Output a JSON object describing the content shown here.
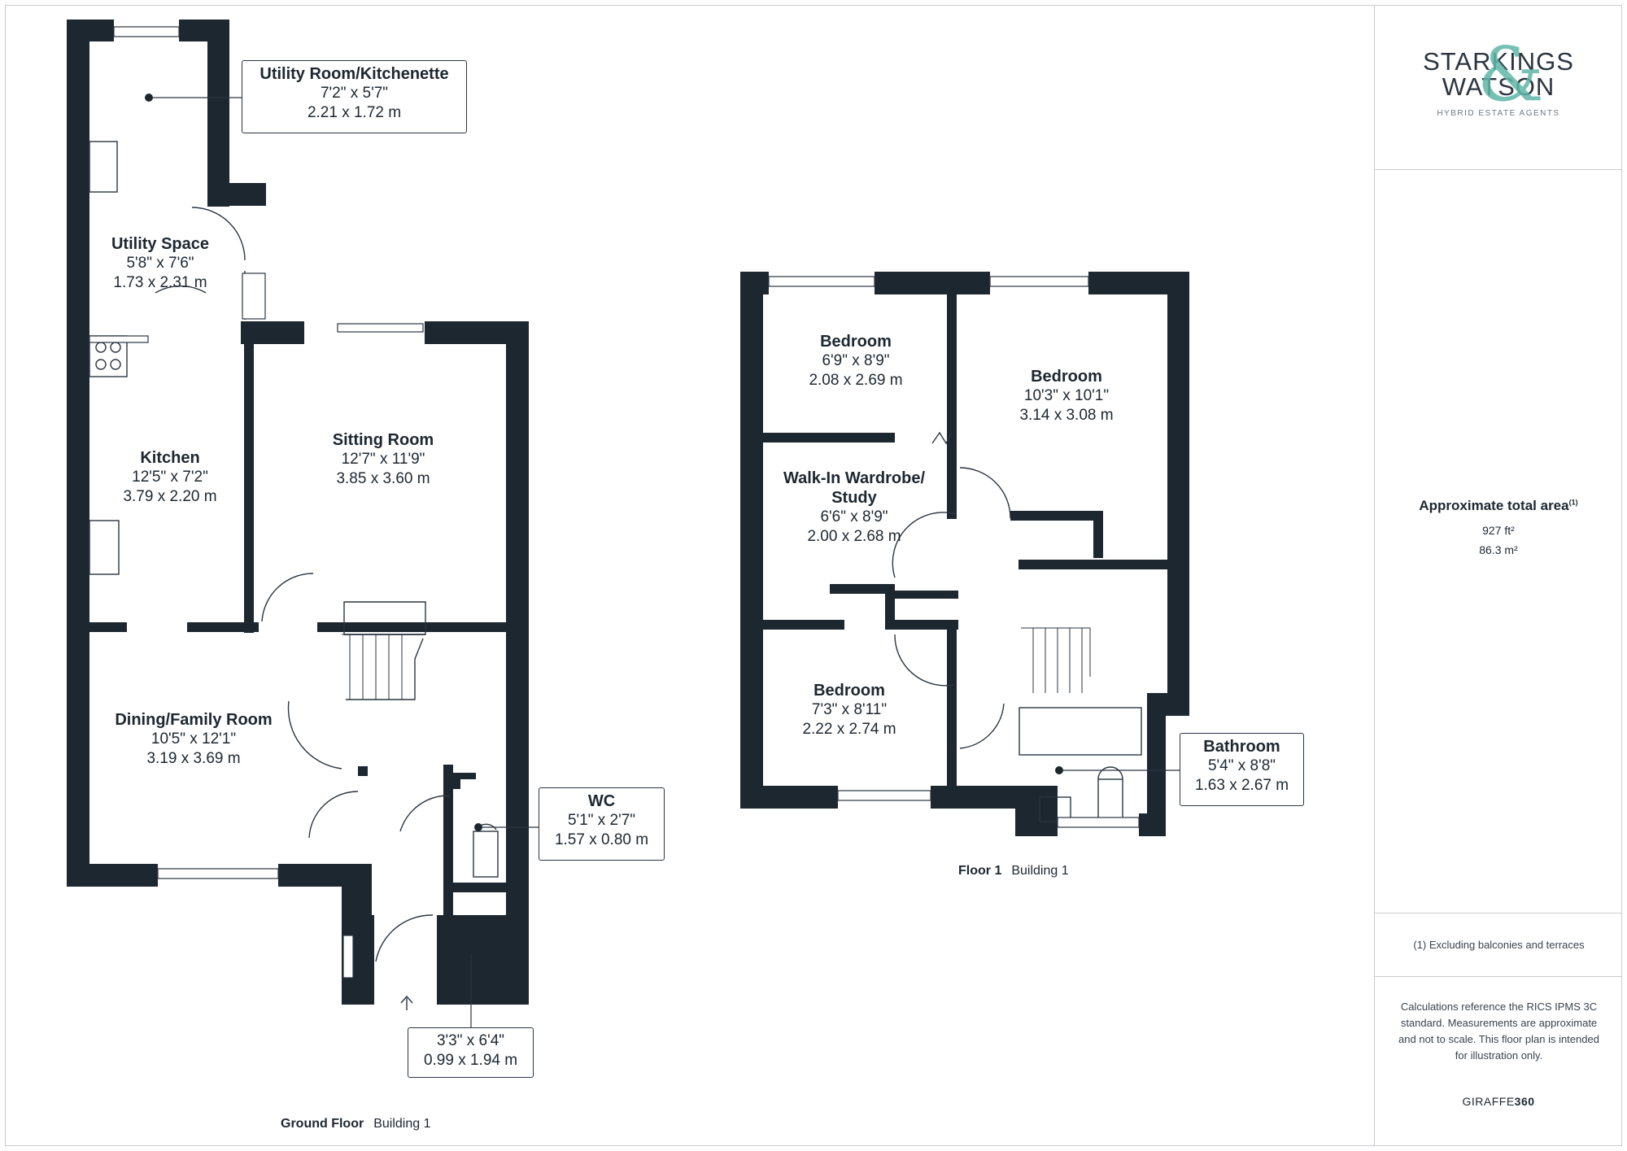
{
  "colors": {
    "wall": "#1d2730",
    "line": "#2b3540",
    "brand_accent": "#5fb7a8",
    "border": "#c9ccd0"
  },
  "rooms": {
    "utility_kitchenette": {
      "name": "Utility Room/Kitchenette",
      "imperial": "7'2\" x 5'7\"",
      "metric": "2.21 x 1.72 m"
    },
    "utility_space": {
      "name": "Utility Space",
      "imperial": "5'8\" x 7'6\"",
      "metric": "1.73 x 2.31 m"
    },
    "kitchen": {
      "name": "Kitchen",
      "imperial": "12'5\" x 7'2\"",
      "metric": "3.79 x 2.20 m"
    },
    "sitting_room": {
      "name": "Sitting Room",
      "imperial": "12'7\" x 11'9\"",
      "metric": "3.85 x 3.60 m"
    },
    "dining_family": {
      "name": "Dining/Family Room",
      "imperial": "10'5\" x 12'1\"",
      "metric": "3.19 x 3.69 m"
    },
    "wc": {
      "name": "WC",
      "imperial": "5'1\" x 2'7\"",
      "metric": "1.57 x 0.80 m"
    },
    "entrance": {
      "imperial": "3'3\" x 6'4\"",
      "metric": "0.99 x 1.94 m"
    },
    "bedroom_small": {
      "name": "Bedroom",
      "imperial": "6'9\" x 8'9\"",
      "metric": "2.08 x 2.69 m"
    },
    "bedroom_main": {
      "name": "Bedroom",
      "imperial": "10'3\" x 10'1\"",
      "metric": "3.14 x 3.08 m"
    },
    "study": {
      "name": "Walk-In Wardrobe/",
      "name2": "Study",
      "imperial": "6'6\" x 8'9\"",
      "metric": "2.00 x 2.68 m"
    },
    "bedroom_third": {
      "name": "Bedroom",
      "imperial": "7'3\" x 8'11\"",
      "metric": "2.22 x 2.74 m"
    },
    "bathroom": {
      "name": "Bathroom",
      "imperial": "5'4\" x 8'8\"",
      "metric": "1.63 x 2.67 m"
    }
  },
  "floors": {
    "ground": {
      "label": "Ground Floor",
      "building": "Building 1"
    },
    "first": {
      "label": "Floor 1",
      "building": "Building 1"
    }
  },
  "brand": {
    "line1": "STARKINGS",
    "line2": "WATSON",
    "amp": "&",
    "tagline": "HYBRID ESTATE AGENTS"
  },
  "area": {
    "title": "Approximate total area",
    "footnote_mark": "(1)",
    "sqft": "927 ft²",
    "sqm": "86.3 m²"
  },
  "footnote": "(1) Excluding balconies and terraces",
  "disclaimer": "Calculations reference the RICS IPMS 3C standard. Measurements are approximate and not to scale. This floor plan is intended for illustration only.",
  "credit": {
    "part1": "GIRAFFE",
    "part2": "360"
  }
}
